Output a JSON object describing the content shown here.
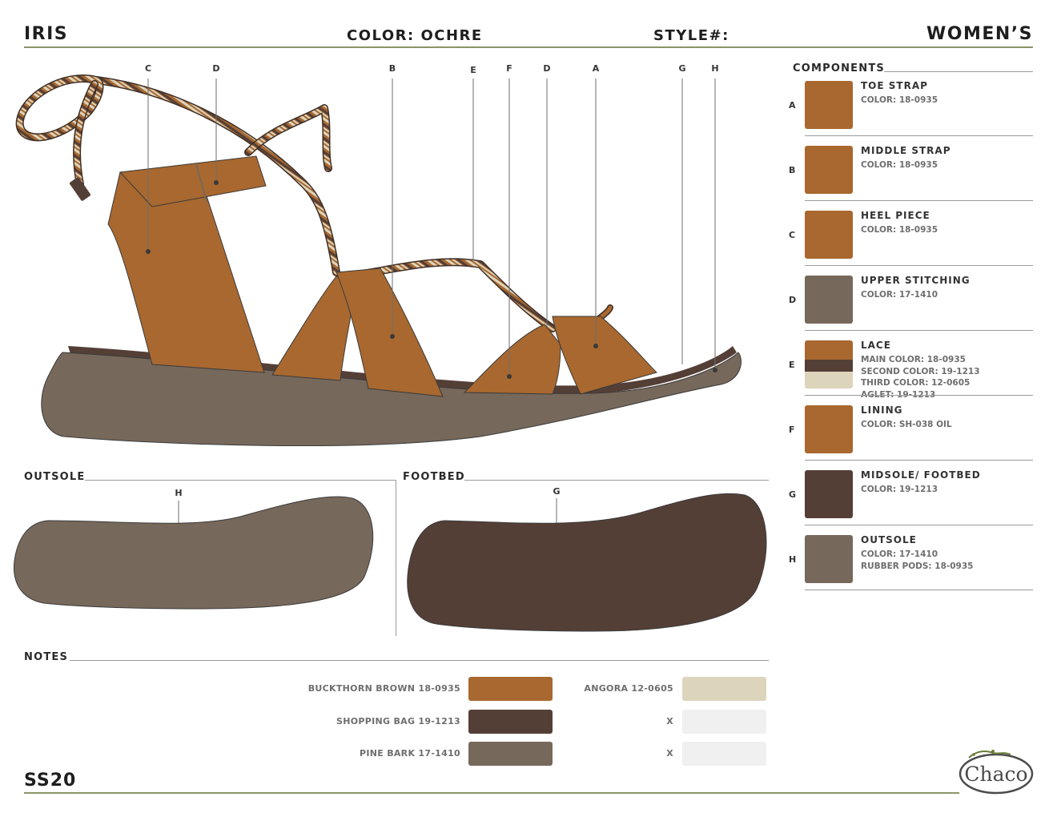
{
  "header": {
    "title": "IRIS",
    "color": "COLOR: OCHRE",
    "style": "STYLE#:",
    "gender": "WOMEN’S"
  },
  "callouts": {
    "upper": [
      "C",
      "D",
      "B",
      "E",
      "F",
      "D",
      "A",
      "G",
      "H"
    ],
    "outsole_marker": "H",
    "footbed_marker": "G"
  },
  "sections": {
    "outsole": "OUTSOLE",
    "footbed": "FOOTBED",
    "notes": "NOTES",
    "components": "COMPONENTS"
  },
  "components": [
    {
      "letter": "A",
      "name": "TOE STRAP",
      "lines": [
        "COLOR: 18-0935"
      ],
      "swatches": [
        "#a8682f"
      ]
    },
    {
      "letter": "B",
      "name": "MIDDLE STRAP",
      "lines": [
        "COLOR: 18-0935"
      ],
      "swatches": [
        "#a8682f"
      ]
    },
    {
      "letter": "C",
      "name": "HEEL PIECE",
      "lines": [
        "COLOR: 18-0935"
      ],
      "swatches": [
        "#a8682f"
      ]
    },
    {
      "letter": "D",
      "name": "UPPER STITCHING",
      "lines": [
        "COLOR: 17-1410"
      ],
      "swatches": [
        "#76685b"
      ]
    },
    {
      "letter": "E",
      "name": "LACE",
      "lines": [
        "MAIN COLOR: 18-0935",
        "SECOND COLOR: 19-1213",
        "THIRD COLOR: 12-0605",
        "AGLET: 19-1213"
      ],
      "swatches": [
        "#a8682f",
        "#543f37",
        "#ddd4bc"
      ]
    },
    {
      "letter": "F",
      "name": "LINING",
      "lines": [
        "COLOR: SH-038 OIL"
      ],
      "swatches": [
        "#a8682f"
      ]
    },
    {
      "letter": "G",
      "name": "MIDSOLE/ FOOTBED",
      "lines": [
        "COLOR: 19-1213"
      ],
      "swatches": [
        "#543f37"
      ]
    },
    {
      "letter": "H",
      "name": "OUTSOLE",
      "lines": [
        "COLOR: 17-1410",
        "RUBBER PODS: 18-0935"
      ],
      "swatches": [
        "#76685b"
      ]
    }
  ],
  "palette": {
    "left": [
      {
        "label": "BUCKTHORN BROWN 18-0935",
        "color": "#a8682f"
      },
      {
        "label": "SHOPPING BAG 19-1213",
        "color": "#543f37"
      },
      {
        "label": "PINE BARK 17-1410",
        "color": "#76685b"
      }
    ],
    "right": [
      {
        "label": "ANGORA 12-0605",
        "color": "#ddd4bc"
      },
      {
        "label": "X",
        "color": "#f0f0f0"
      },
      {
        "label": "X",
        "color": "#f0f0f0"
      }
    ]
  },
  "colors": {
    "ochre": "#a8682f",
    "dark": "#543f37",
    "pine": "#76685b",
    "angora": "#ddd4bc",
    "accent_rule": "#8a9468"
  },
  "footer": {
    "season": "SS20"
  },
  "logo": {
    "text": "Chaco"
  }
}
